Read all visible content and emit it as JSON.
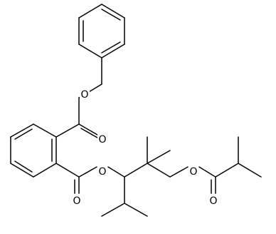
{
  "molecule": {
    "atom_labels": {
      "o_ester_benzyl": "O",
      "o_carbonyl_top": "O",
      "o_ester_lower": "O",
      "o_carbonyl_lower": "O",
      "o_ester_isobutyrate": "O",
      "o_carbonyl_isobutyrate": "O"
    }
  },
  "colors": {
    "bond": "#000000",
    "label": "#000000",
    "background": "#ffffff"
  }
}
